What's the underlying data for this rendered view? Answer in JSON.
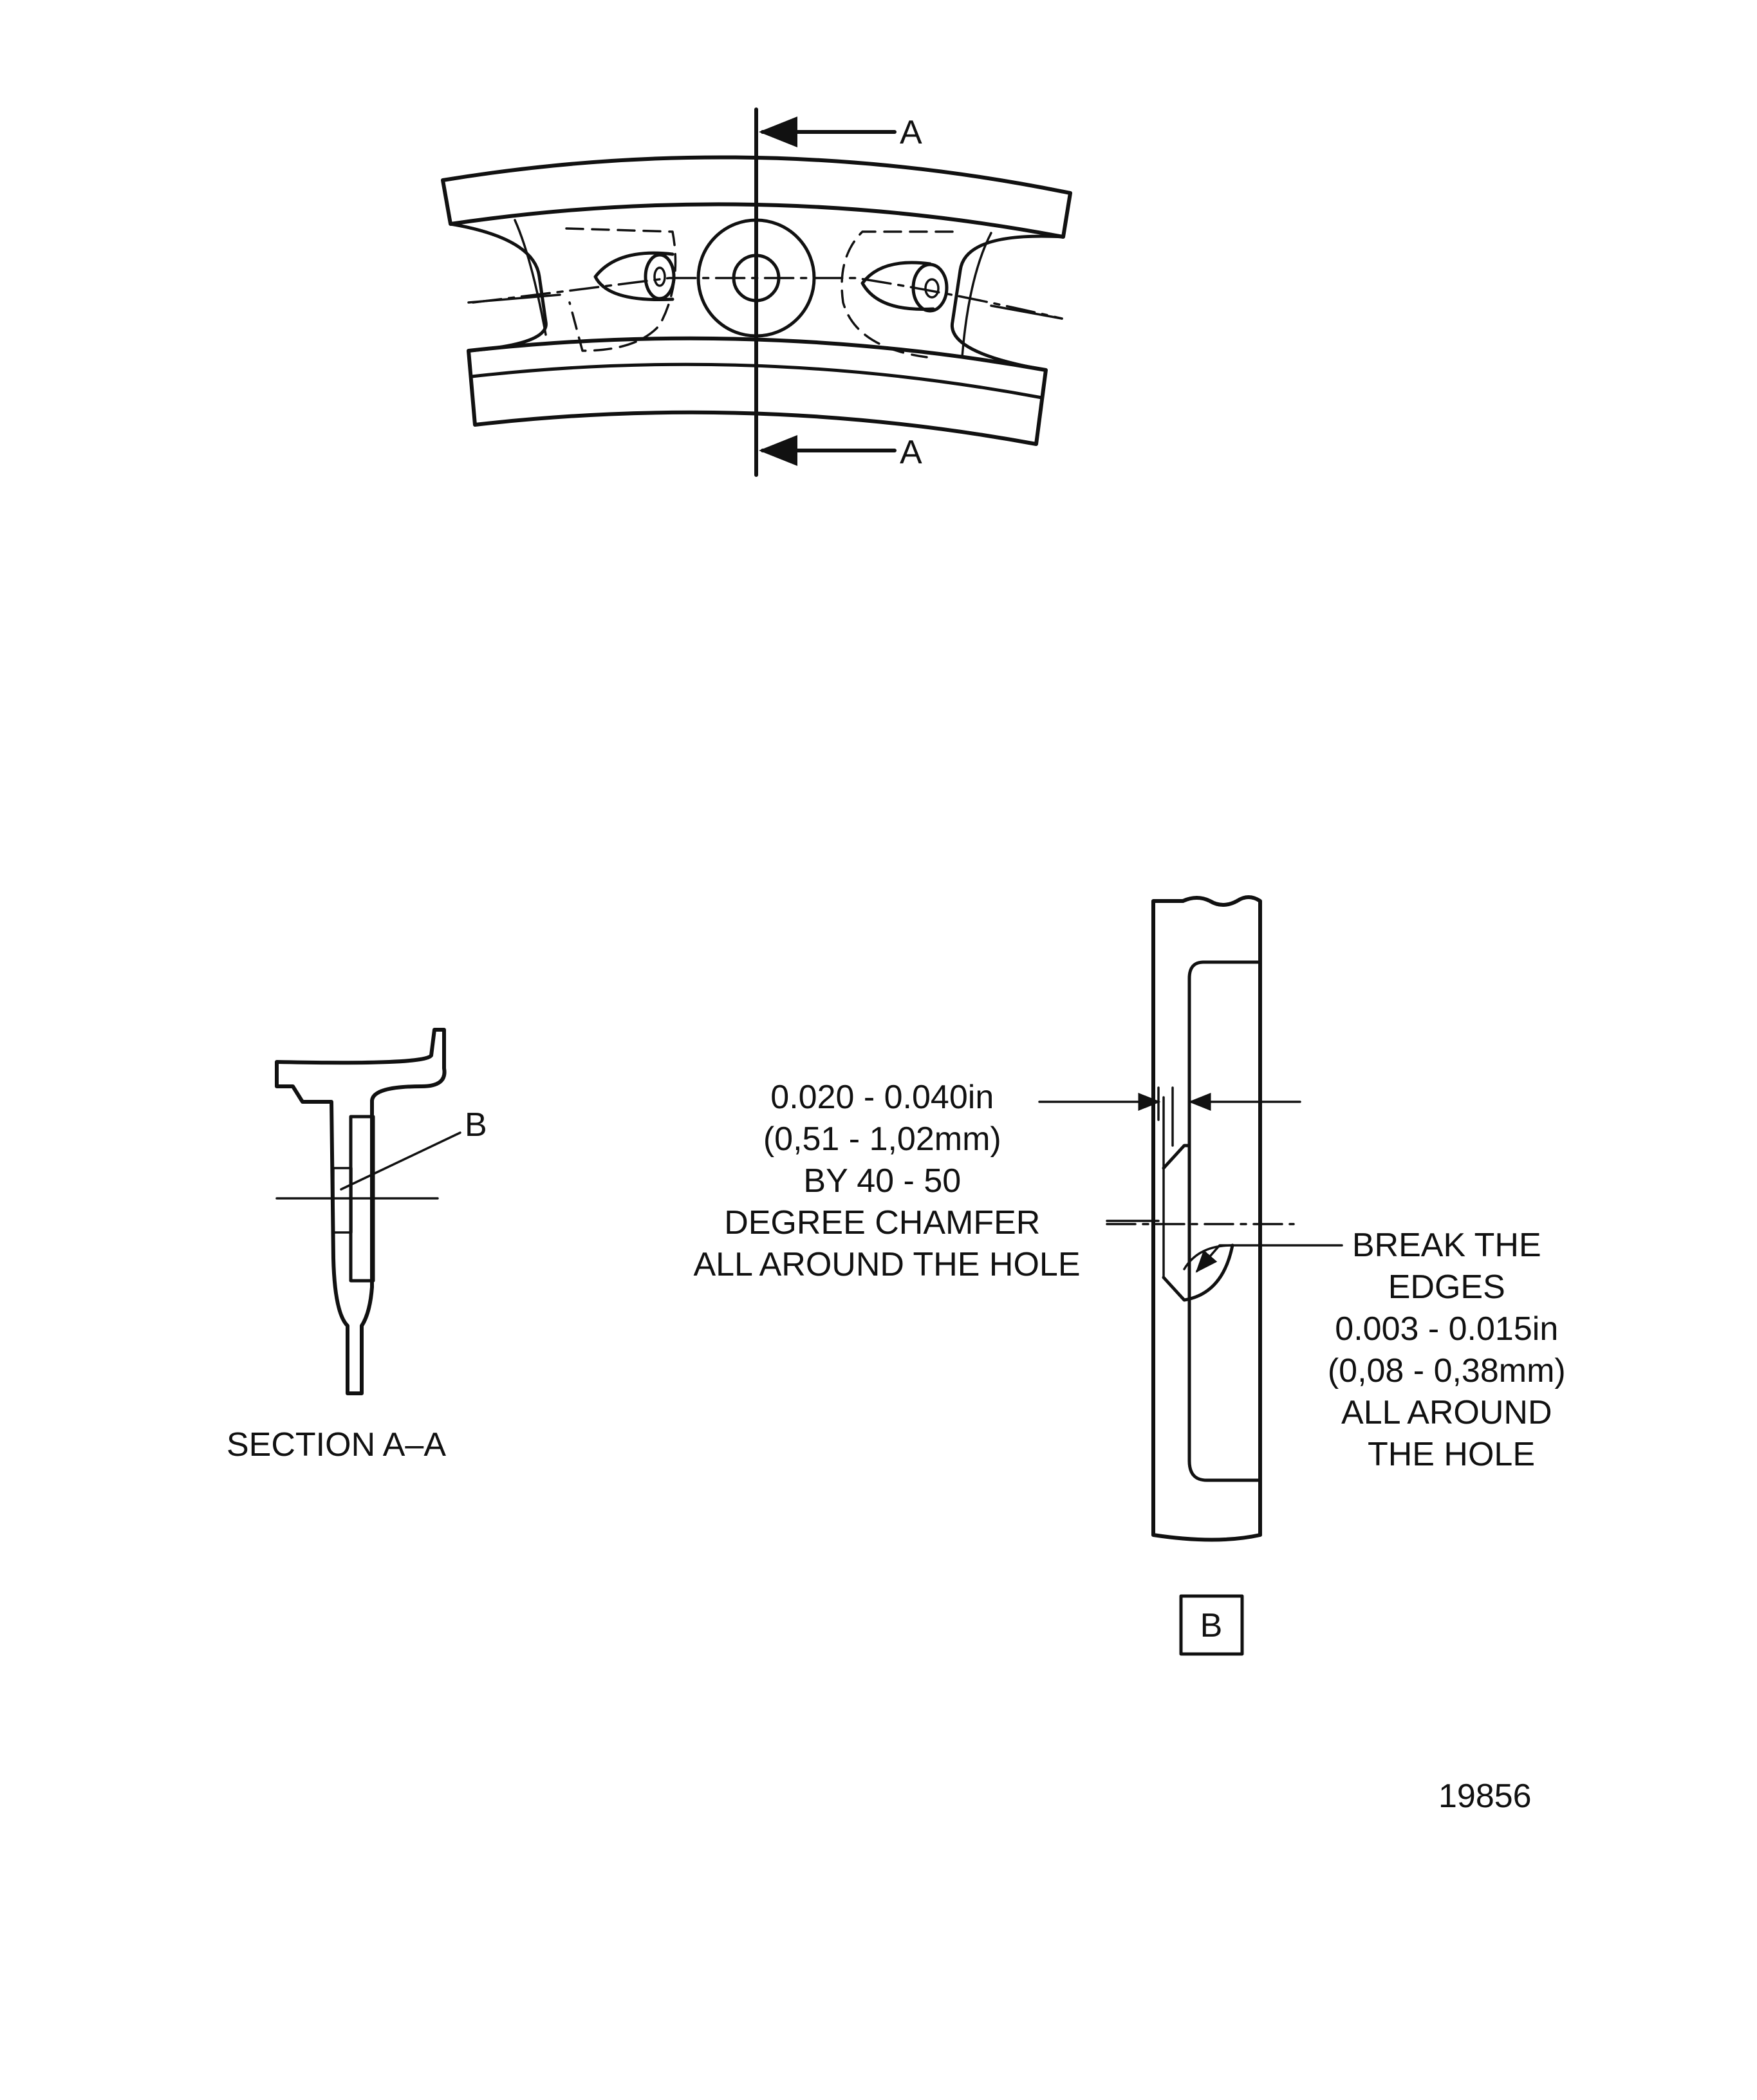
{
  "labels": {
    "section_arrow_top": "A",
    "section_arrow_bottom": "A",
    "detail_ref": "B",
    "section_title": "SECTION  A–A",
    "detail_box": "B",
    "figure_number": "19856"
  },
  "chamfer_note": [
    "0.020 - 0.040in",
    "(0,51 - 1,02mm)",
    "BY 40 - 50",
    "DEGREE CHAMFER",
    "ALL AROUND THE HOLE"
  ],
  "break_edges_note": [
    "BREAK THE",
    "EDGES",
    "0.003 - 0.015in",
    "(0,08 - 0,38mm)",
    "ALL AROUND",
    "THE HOLE"
  ]
}
